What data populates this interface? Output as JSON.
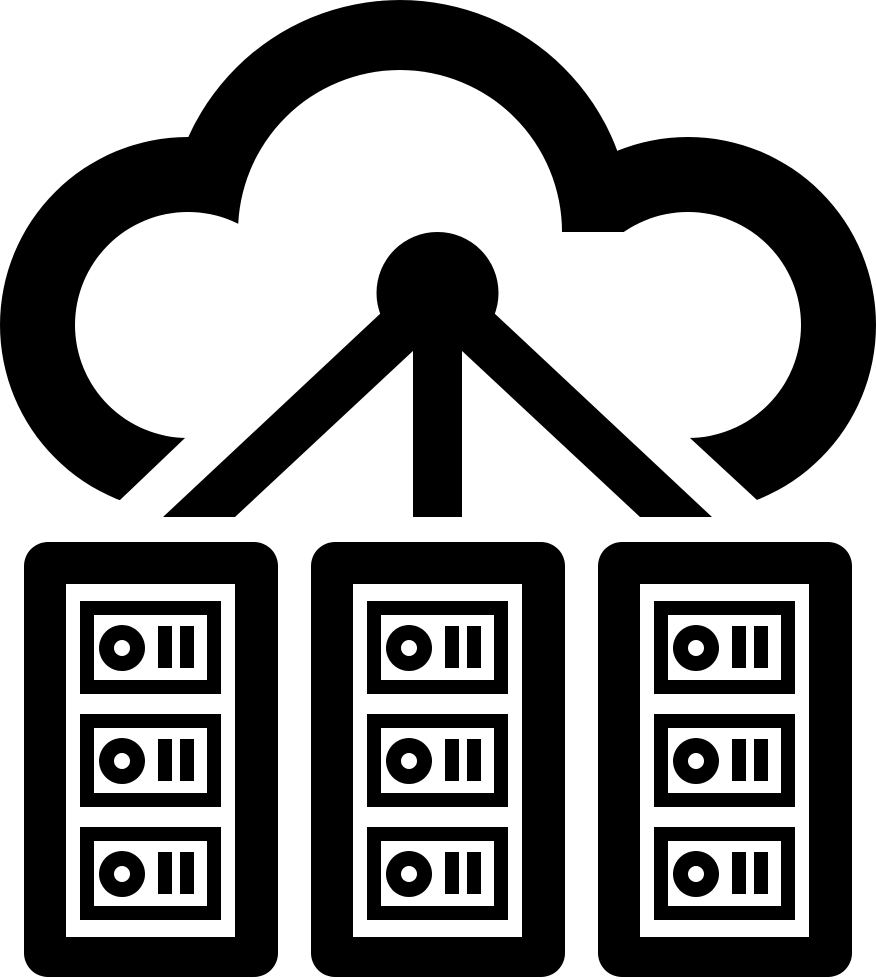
{
  "icon": {
    "name": "cloud-server-network-icon",
    "colors": {
      "foreground": "#000000",
      "background": "#ffffff"
    },
    "servers": [
      {
        "name": "server-rack-1",
        "units": 3
      },
      {
        "name": "server-rack-2",
        "units": 3
      },
      {
        "name": "server-rack-3",
        "units": 3
      }
    ]
  }
}
